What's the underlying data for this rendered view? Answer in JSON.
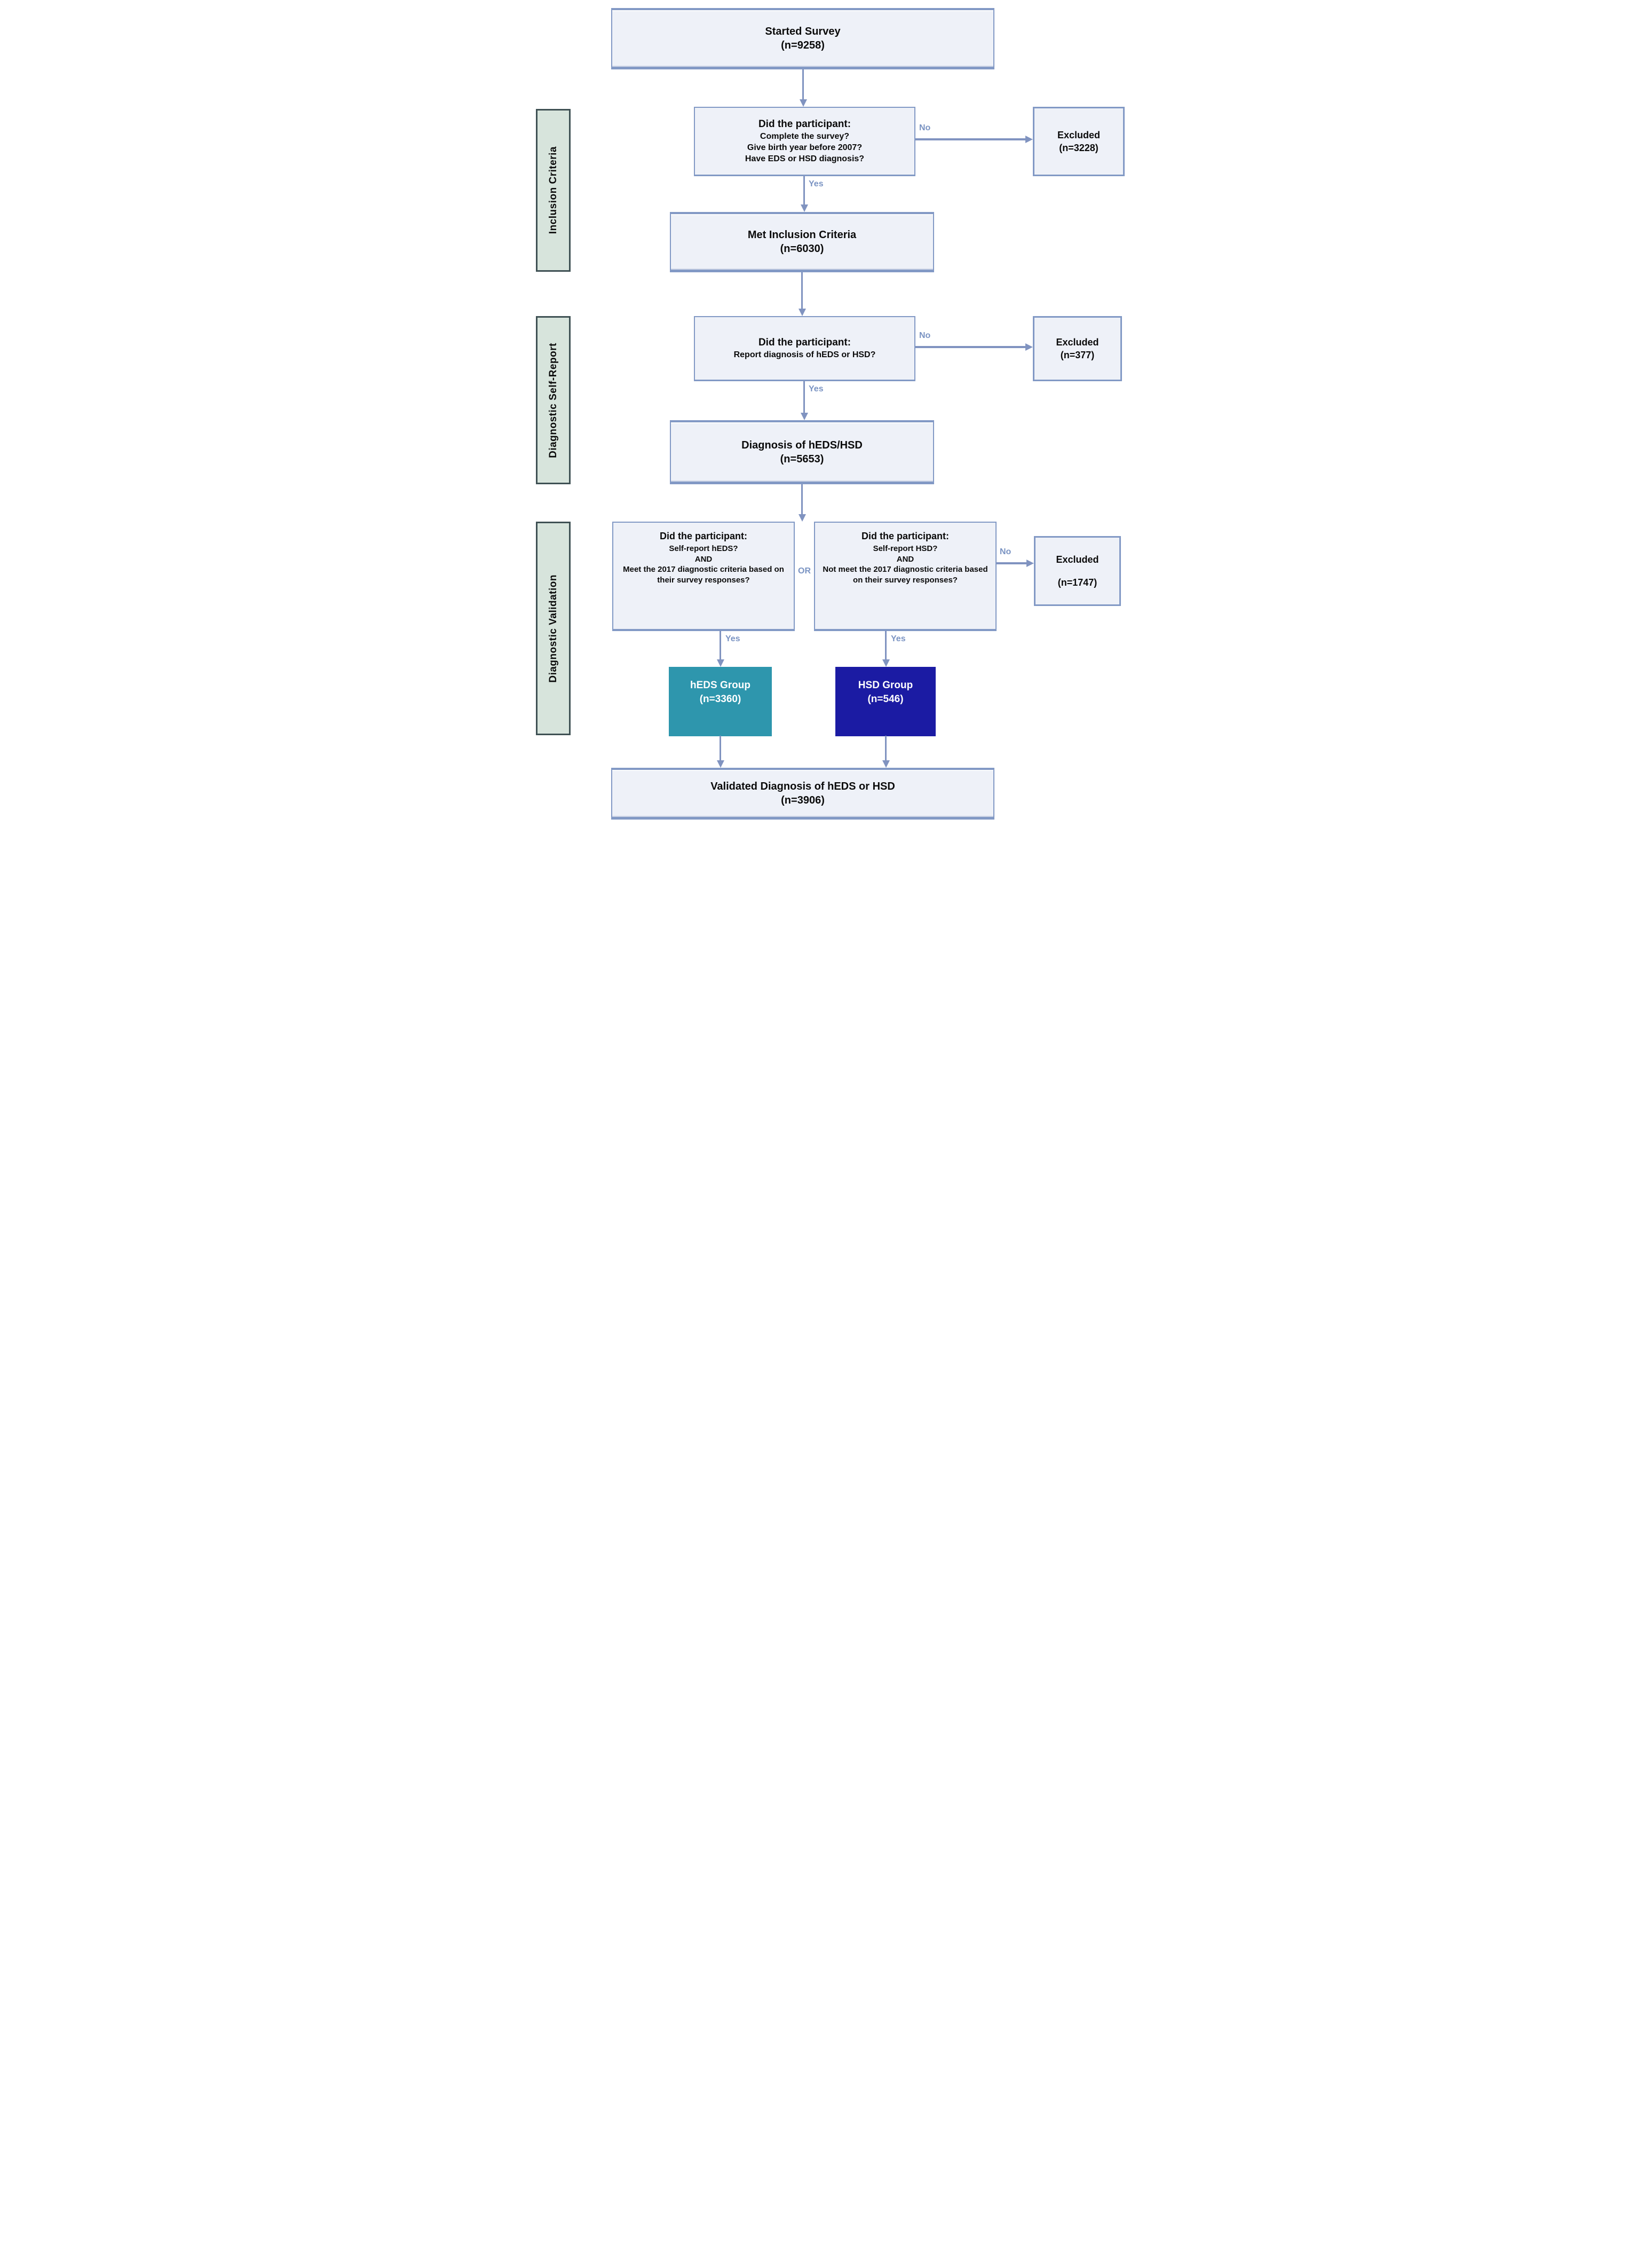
{
  "colors": {
    "accent": "#8299c5",
    "arrow": "#8093c0",
    "edgeLabel": "#7b94c3",
    "boxFill": "#eef1f8",
    "sideFill": "#d7e4dc",
    "sideBorder": "#3f5154",
    "hedsFill": "#2e96ad",
    "hsdFill": "#1b1ba3",
    "textDark": "#0a0a0a",
    "groupText": "#ffffff"
  },
  "sections": [
    {
      "label": "Inclusion Criteria"
    },
    {
      "label": "Diagnostic Self-Report"
    },
    {
      "label": "Diagnostic Validation"
    }
  ],
  "nodes": {
    "started": {
      "line1": "Started Survey",
      "line2": "(n=9258)"
    },
    "q1": {
      "heading": "Did the participant:",
      "lines": [
        "Complete the survey?",
        "Give birth year before 2007?",
        "Have EDS or HSD diagnosis?"
      ]
    },
    "excluded1": {
      "line1": "Excluded",
      "line2": "(n=3228)"
    },
    "met": {
      "line1": "Met Inclusion Criteria",
      "line2": "(n=6030)"
    },
    "q2": {
      "heading": "Did the participant:",
      "lines": [
        "Report diagnosis of hEDS or HSD?"
      ]
    },
    "excluded2": {
      "line1": "Excluded",
      "line2": "(n=377)"
    },
    "diagnosis": {
      "line1": "Diagnosis of hEDS/HSD",
      "line2": "(n=5653)"
    },
    "valLeft": {
      "heading": "Did the participant:",
      "lines": [
        "Self-report hEDS?",
        "AND",
        "Meet the 2017 diagnostic criteria based on their survey responses?"
      ]
    },
    "valRight": {
      "heading": "Did the participant:",
      "lines": [
        "Self-report HSD?",
        "AND",
        "Not meet the 2017 diagnostic criteria based on their survey responses?"
      ]
    },
    "excluded3": {
      "line1": "Excluded",
      "line2": "(n=1747)"
    },
    "hedsGroup": {
      "line1": "hEDS Group",
      "line2": "(n=3360)"
    },
    "hsdGroup": {
      "line1": "HSD Group",
      "line2": "(n=546)"
    },
    "validated": {
      "line1": "Validated Diagnosis of hEDS or HSD",
      "line2": "(n=3906)"
    }
  },
  "edges": {
    "yes": "Yes",
    "no": "No",
    "or": "OR"
  }
}
